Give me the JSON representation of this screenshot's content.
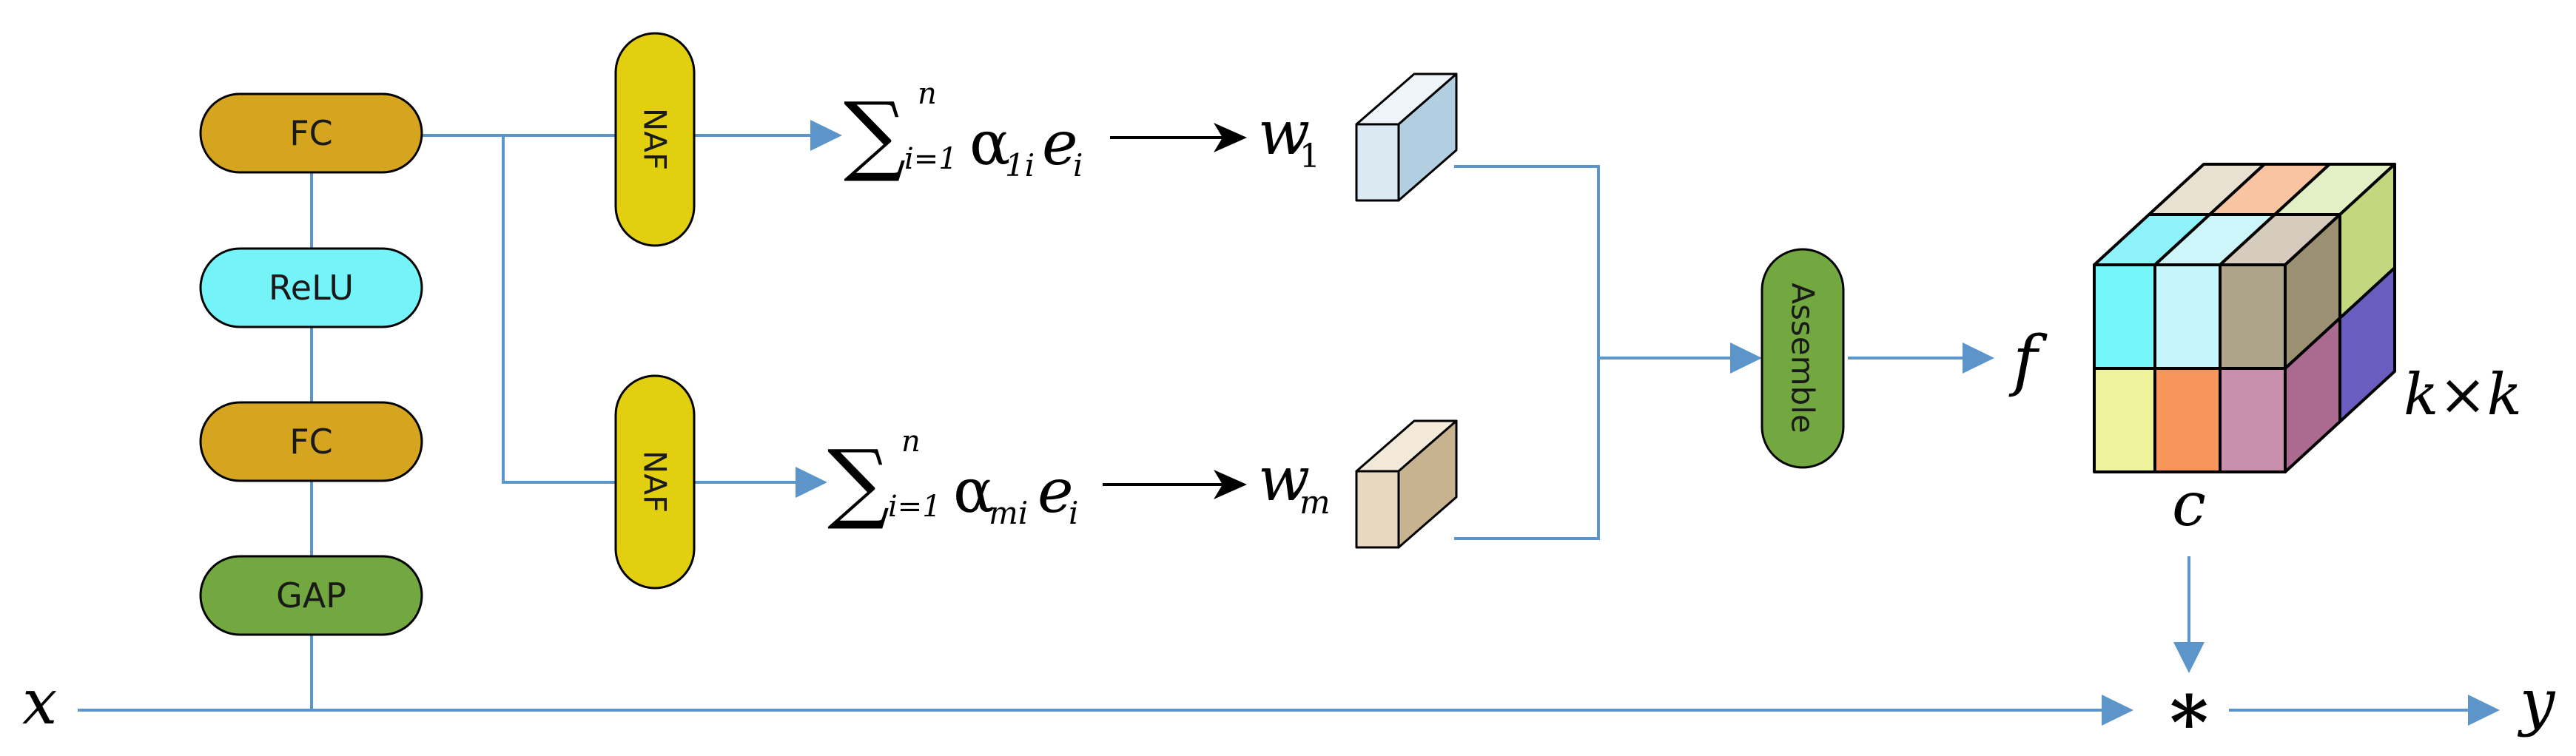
{
  "nodes": {
    "fc_top": "FC",
    "relu": "ReLU",
    "fc_bottom": "FC",
    "gap": "GAP",
    "naf_top": "NAF",
    "naf_bottom": "NAF",
    "assemble": "Assemble"
  },
  "formulas": {
    "top": {
      "sum": "∑",
      "upper": "n",
      "lower": "i=1",
      "alpha": "α",
      "alpha_sub": "1i",
      "e": "e",
      "e_sub": "i"
    },
    "bottom": {
      "sum": "∑",
      "upper": "n",
      "lower": "i=1",
      "alpha": "α",
      "alpha_sub": "mi",
      "e": "e",
      "e_sub": "i"
    }
  },
  "symbols": {
    "w_top": "w",
    "w_top_sub": "1",
    "w_bottom": "w",
    "w_bottom_sub": "m",
    "f": "f",
    "kxk": "k×k",
    "c": "c",
    "x": "x",
    "y": "y",
    "conv": "∗"
  },
  "colors": {
    "line": "#5b95c9",
    "fc": "#d6a520",
    "relu": "#74f4f8",
    "gap": "#72a83f",
    "naf": "#e2cf10",
    "assemble": "#72a83f",
    "cube_top_front": "#dbe9f3",
    "cube_top_side": "#b1cfe0",
    "cube_bottom_front": "#e7d8c0",
    "cube_bottom_side": "#c7b38f"
  }
}
